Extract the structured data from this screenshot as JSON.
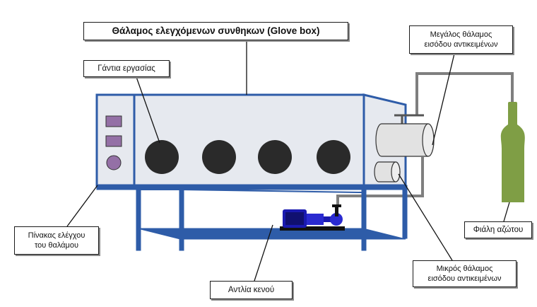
{
  "labels": {
    "title": "Θάλαμος ελεγχόμενων συνθηκων (Glove box)",
    "gloves": "Γάντια εργασίας",
    "large_chamber": "Μεγάλος θάλαμος\nεισόδου αντικειμένων",
    "control_panel": "Πίνακας ελέγχου\nτου θαλάμου",
    "vacuum_pump": "Αντλία κενού",
    "nitrogen_bottle": "Φιάλη αζώτου",
    "small_chamber": "Μικρός θάλαμος\nεισόδου αντικειμένων"
  },
  "colors": {
    "frame": "#2e5ca8",
    "box_fill": "#e6e9ef",
    "glove_port": "#2a2a2a",
    "control_buttons": "#9470a6",
    "pipe": "#7f7f7f",
    "nitrogen_bottle": "#7f9e45",
    "pump": "#1a1ab0"
  },
  "glove_port_count": 4
}
